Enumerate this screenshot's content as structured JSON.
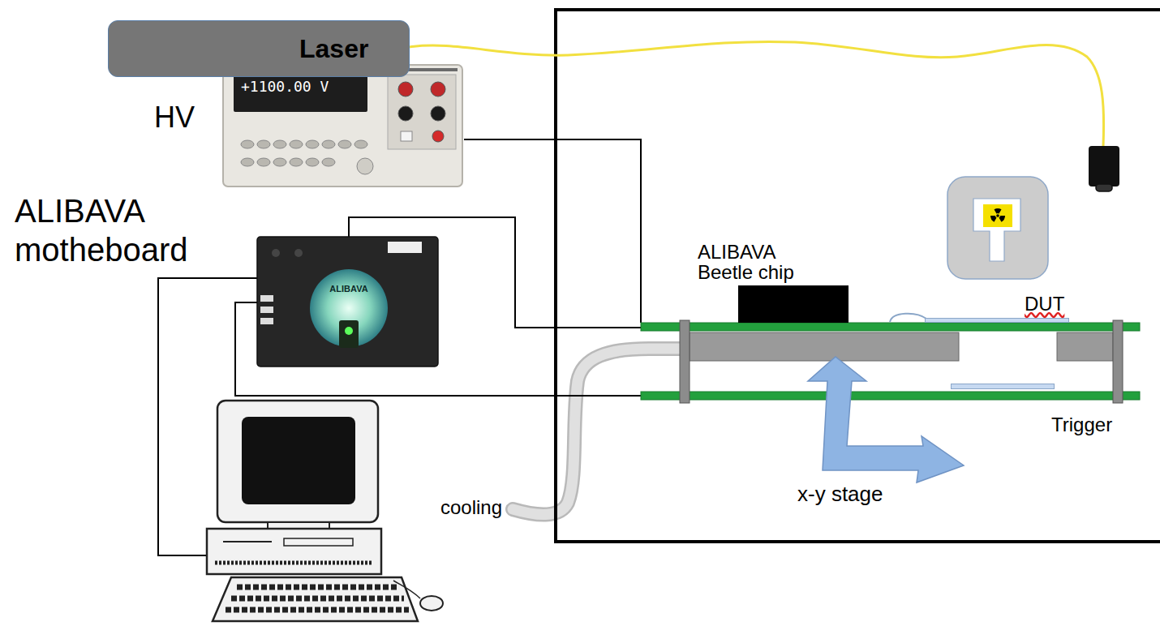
{
  "diagram": {
    "nodes": [
      {
        "text": [
          "Laser"
        ]
      },
      {
        "text": [
          "HV",
          "+1100.00 V"
        ]
      },
      {
        "text": [
          "ALIBAVA motheboard",
          "ALIBAVA"
        ]
      },
      {
        "text": [
          "ALIBAVA Beetle chip"
        ]
      },
      {
        "text": [
          "DUT"
        ]
      },
      {
        "text": [
          "Trigger"
        ]
      }
    ],
    "labels": [
      "cooling",
      "x-y stage"
    ]
  }
}
